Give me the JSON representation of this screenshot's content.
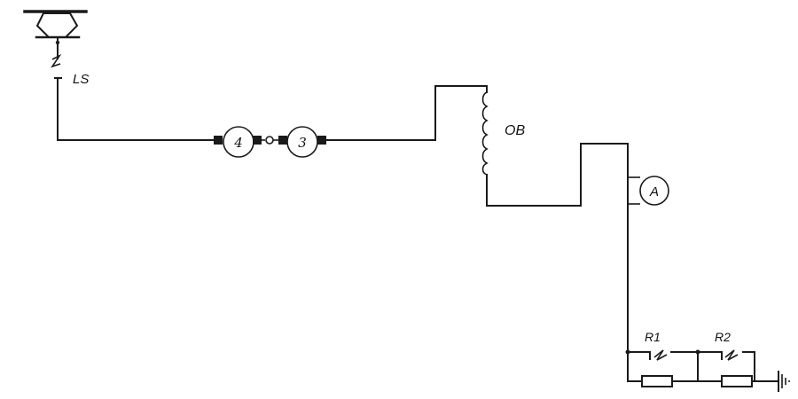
{
  "labels": {
    "limit_switch": "LS",
    "field_winding": "OB",
    "relay_1": "R1",
    "relay_2": "R2"
  },
  "machines": {
    "motor_left": "4",
    "motor_right": "3",
    "ammeter": "A"
  }
}
